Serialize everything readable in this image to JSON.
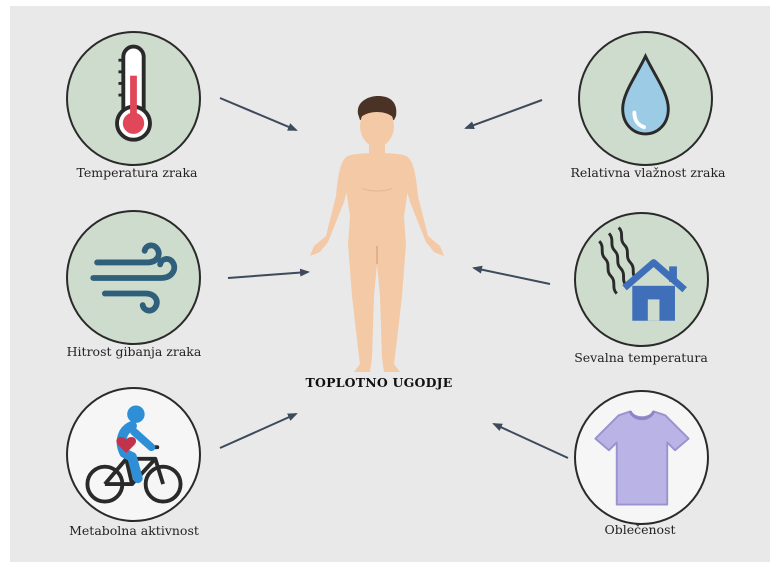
{
  "center": {
    "title": "TOPLOTNO UGODJE"
  },
  "factors": [
    {
      "label": "Temperatura zraka",
      "icon": "thermometer-icon"
    },
    {
      "label": "Relativna vlažnost zraka",
      "icon": "water-drop-icon"
    },
    {
      "label": "Hitrost gibanja zraka",
      "icon": "wind-icon"
    },
    {
      "label": "Sevalna temperatura",
      "icon": "radiant-heat-house-icon"
    },
    {
      "label": "Metabolna aktivnost",
      "icon": "cyclist-icon"
    },
    {
      "label": "Oblečenost",
      "icon": "tshirt-icon"
    }
  ],
  "colors": {
    "background": "#e9e9e9",
    "circle_green": "#cddccc",
    "circle_white": "#f6f6f6",
    "arrow": "#3c4a5c",
    "skin": "#f3c9a6",
    "thermometer_red": "#e0485a",
    "drop_blue": "#9ccbe6",
    "house_blue": "#3f6fb8",
    "cyclist_blue": "#2f8fd6",
    "shirt_lavender": "#b9b3e6"
  }
}
